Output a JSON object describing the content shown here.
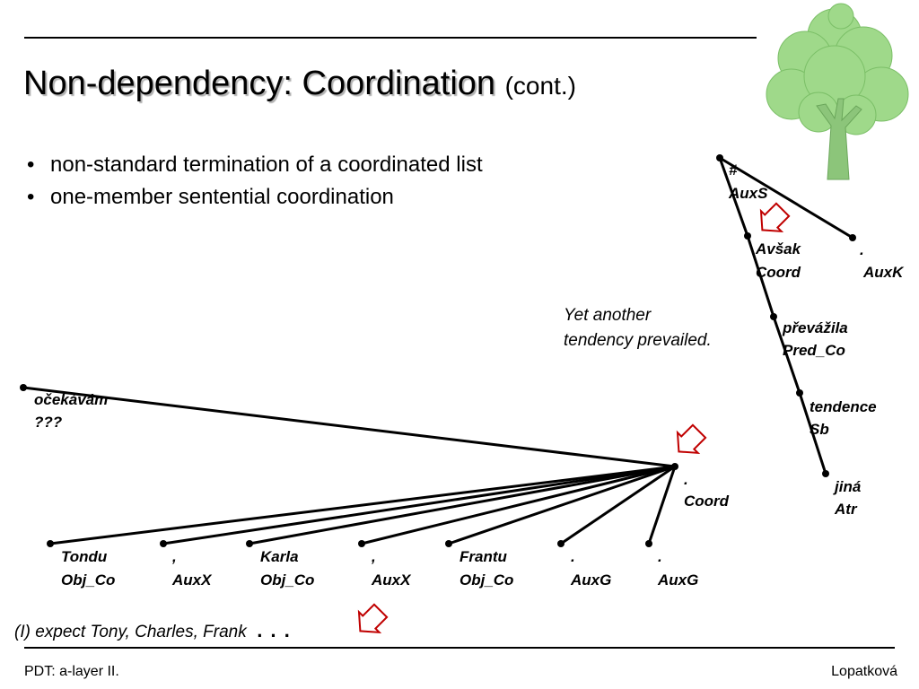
{
  "slide": {
    "title_main": "Non-dependency: Coordination",
    "title_sub": "(cont.)",
    "bullets": [
      "non-standard termination of a coordinated list",
      "one-member sentential coordination"
    ],
    "example_sentence": "(I) expect Tony, Charles, Frank",
    "example_ellipsis": "...",
    "caption_line1": "Yet another",
    "caption_line2": "tendency prevailed.",
    "footer_left": "PDT: a-layer II.",
    "footer_right": "Lopatková"
  },
  "tree_right": {
    "nodes": [
      {
        "word": "#",
        "afun": "AuxS"
      },
      {
        "word": "Avšak",
        "afun": "Coord"
      },
      {
        "word": ".",
        "afun": "AuxK"
      },
      {
        "word": "převážila",
        "afun": "Pred_Co"
      },
      {
        "word": "tendence",
        "afun": "Sb"
      },
      {
        "word": "jiná",
        "afun": "Atr"
      }
    ]
  },
  "tree_left": {
    "nodes": [
      {
        "word": "očekávám",
        "afun": "???"
      },
      {
        "word": ".",
        "afun": "Coord"
      },
      {
        "word": "Tondu",
        "afun": "Obj_Co"
      },
      {
        "word": ",",
        "afun": "AuxX"
      },
      {
        "word": "Karla",
        "afun": "Obj_Co"
      },
      {
        "word": ",",
        "afun": "AuxX"
      },
      {
        "word": "Frantu",
        "afun": "Obj_Co"
      },
      {
        "word": ".",
        "afun": "AuxG"
      },
      {
        "word": ".",
        "afun": "AuxG"
      }
    ]
  },
  "colors": {
    "arrow": "#c00000",
    "tree_foliage": "#8fd27a",
    "tree_trunk": "#9ccc8a"
  },
  "icons": [
    "tree-logo-icon",
    "hollow-arrow-icon"
  ]
}
